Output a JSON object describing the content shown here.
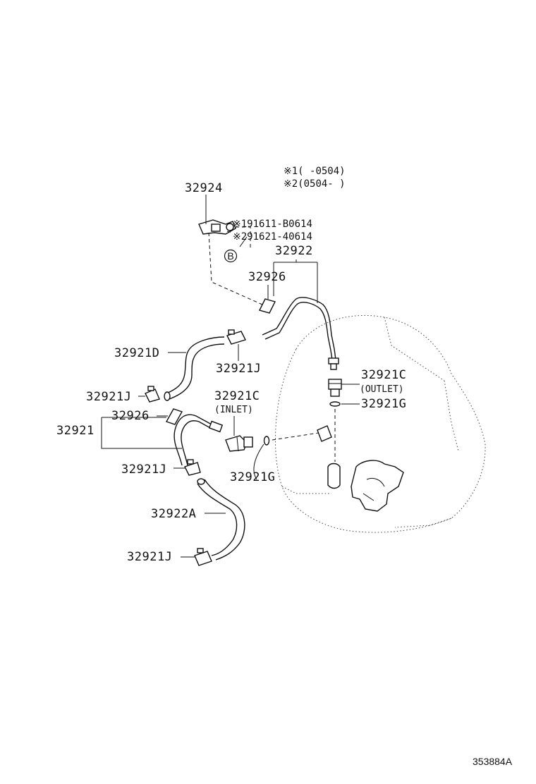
{
  "notes": {
    "note1": "※1(      -0504)",
    "note2": "※2(0504-      )",
    "bolt1": "※191611-B0614",
    "bolt2": "※291621-40614"
  },
  "labels": {
    "p32924": "32924",
    "p32922": "32922",
    "p32926_top": "32926",
    "p32921D": "32921D",
    "p32921J_mid": "32921J",
    "p32921C_outlet": "32921C",
    "outlet_text": "(OUTLET)",
    "p32921G_right": "32921G",
    "p32921J_left": "32921J",
    "p32921C_inlet": "32921C",
    "inlet_text": "(INLET)",
    "p32926_mid": "32926",
    "p32921": "32921",
    "p32921J_low": "32921J",
    "p32921G_low": "32921G",
    "p32922A": "32922A",
    "p32921J_bottom": "32921J",
    "marker_b": "B"
  },
  "reference_code": "353884A"
}
